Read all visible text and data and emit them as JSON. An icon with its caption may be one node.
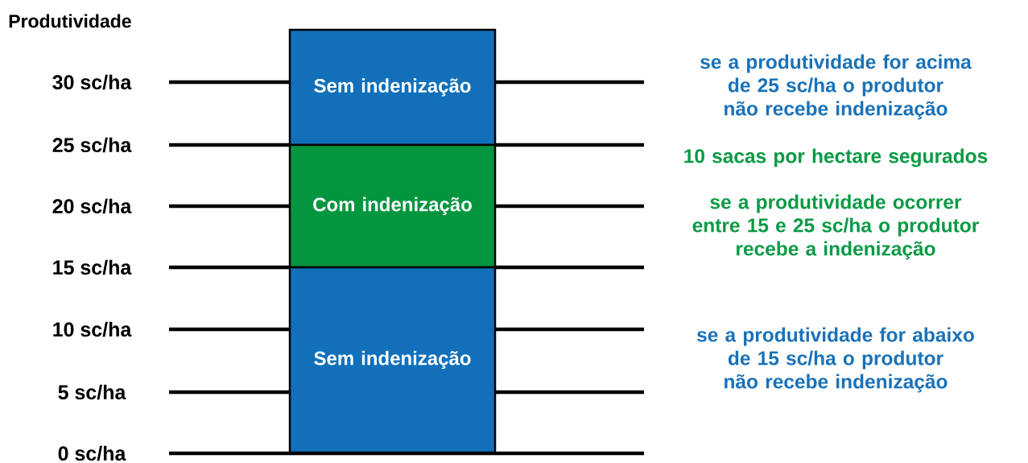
{
  "diagram": {
    "nodes": [
      {
        "text": [
          "Sem indenização"
        ]
      },
      {
        "text": [
          "Com indenização"
        ]
      },
      {
        "text": [
          "Sem indenização"
        ]
      }
    ],
    "edges": [],
    "labels": [
      "Produtividade",
      "30 sc/ha",
      "se a produtividade for acima de 25 sc/ha o produtor não recebe indenização",
      "25 sc/ha",
      "10 sacas por hectare segurados",
      "20 sc/ha",
      "se a produtividade ocorrer entre 15 e 25 sc/ha o produtor recebe a indenização",
      "15 sc/ha",
      "10 sc/ha",
      "se a produtividade for abaixo de 15 sc/ha o produtor não recebe indenização",
      "5 sc/ha",
      "0 sc/ha"
    ]
  }
}
